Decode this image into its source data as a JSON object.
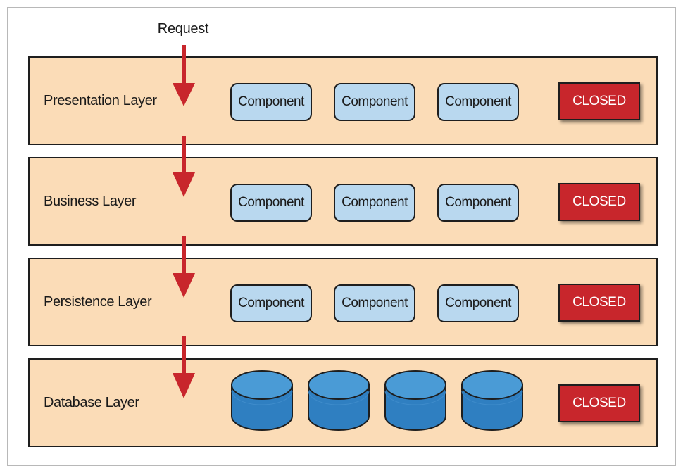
{
  "request_label": "Request",
  "layers": [
    {
      "name": "Presentation Layer",
      "kind": "components",
      "components": [
        "Component",
        "Component",
        "Component"
      ],
      "status": "CLOSED"
    },
    {
      "name": "Business Layer",
      "kind": "components",
      "components": [
        "Component",
        "Component",
        "Component"
      ],
      "status": "CLOSED"
    },
    {
      "name": "Persistence Layer",
      "kind": "components",
      "components": [
        "Component",
        "Component",
        "Component"
      ],
      "status": "CLOSED"
    },
    {
      "name": "Database Layer",
      "kind": "databases",
      "database_count": 4,
      "status": "CLOSED"
    }
  ],
  "colors": {
    "layer_fill": "#fbdcb7",
    "component_fill": "#b9d8ef",
    "closed_fill": "#c8262c",
    "arrow": "#c8262c",
    "database_top": "#4a9bd6",
    "database_body": "#2f7fc1"
  },
  "icons": [
    "request-arrow-icon",
    "database-icon"
  ]
}
